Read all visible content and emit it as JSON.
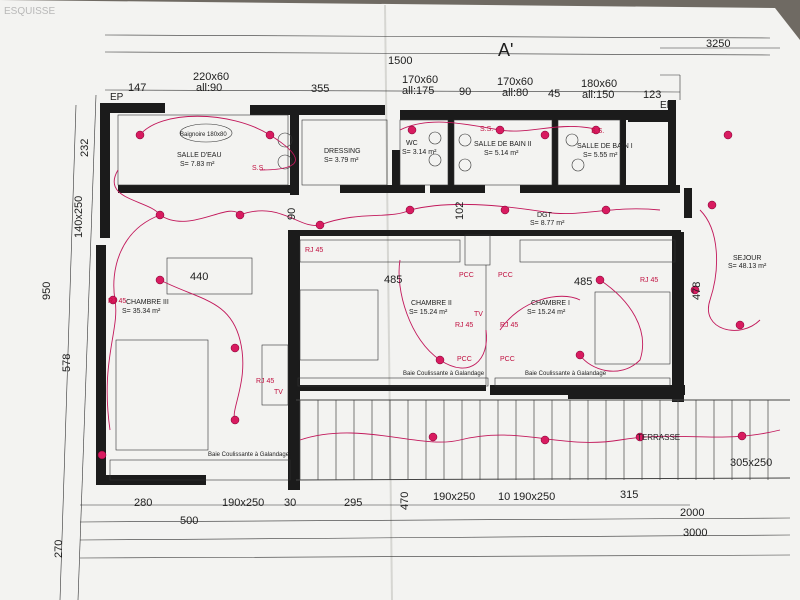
{
  "header": {
    "corner_note": "ESQUISSE",
    "label_a": "A'",
    "top_total": "1500",
    "right_total": "3250"
  },
  "dimensions_top": [
    "147",
    "220x60",
    "all:90",
    "355",
    "170x60",
    "all:175",
    "90",
    "170x60",
    "all:80",
    "45",
    "180x60",
    "all:150",
    "123"
  ],
  "dimensions_left": [
    "232",
    "140x250",
    "950",
    "578",
    "270"
  ],
  "dimensions_bottom": [
    "280",
    "190x250",
    "30",
    "295",
    "470",
    "190x250",
    "10",
    "190x250",
    "315",
    "2000",
    "500",
    "3000",
    "305x250"
  ],
  "dimensions_inner": [
    "440",
    "485",
    "485",
    "90",
    "102",
    "478"
  ],
  "rooms": [
    {
      "id": "salle-eau",
      "name": "SALLE D'EAU",
      "area": "S= 7.83 m²"
    },
    {
      "id": "dressing",
      "name": "DRESSING",
      "area": "S= 3.79 m²"
    },
    {
      "id": "wc",
      "name": "WC",
      "area": "S= 3.14 m²"
    },
    {
      "id": "salle-bain-2",
      "name": "SALLE DE BAIN II",
      "area": "S= 5.14 m²"
    },
    {
      "id": "salle-bain-1",
      "name": "SALLE DE BAIN I",
      "area": "S= 5.55 m²"
    },
    {
      "id": "dgt",
      "name": "DGT",
      "area": "S= 8.77 m²"
    },
    {
      "id": "sejour",
      "name": "SEJOUR",
      "area": "S= 48.13 m²"
    },
    {
      "id": "chambre-3",
      "name": "CHAMBRE III",
      "area": "S= 35.34 m²"
    },
    {
      "id": "chambre-2",
      "name": "CHAMBRE II",
      "area": "S= 15.24 m²"
    },
    {
      "id": "chambre-1",
      "name": "CHAMBRE I",
      "area": "S= 15.24 m²"
    },
    {
      "id": "terrasse",
      "name": "TERRASSE",
      "area": ""
    }
  ],
  "annotations": {
    "ep1": "EP",
    "ep2": "EP",
    "baignoire": "Baignoire 180x80",
    "ss1": "S.S.",
    "ss2": "S.S.",
    "ss3": "S.S.",
    "rj45": "RJ 45",
    "pcc": "PCC",
    "tv": "TV",
    "baie_chambre3": "Baie Coulissante à Galandage",
    "baie_chambre2": "Baie Coulissante à Galandage",
    "baie_chambre1": "Baie Coulissante à Galandage"
  },
  "colors": {
    "paper": "#f4f4f2",
    "wall": "#1b1b1b",
    "electrical": "#c2185b",
    "background": "#6f6a63"
  }
}
